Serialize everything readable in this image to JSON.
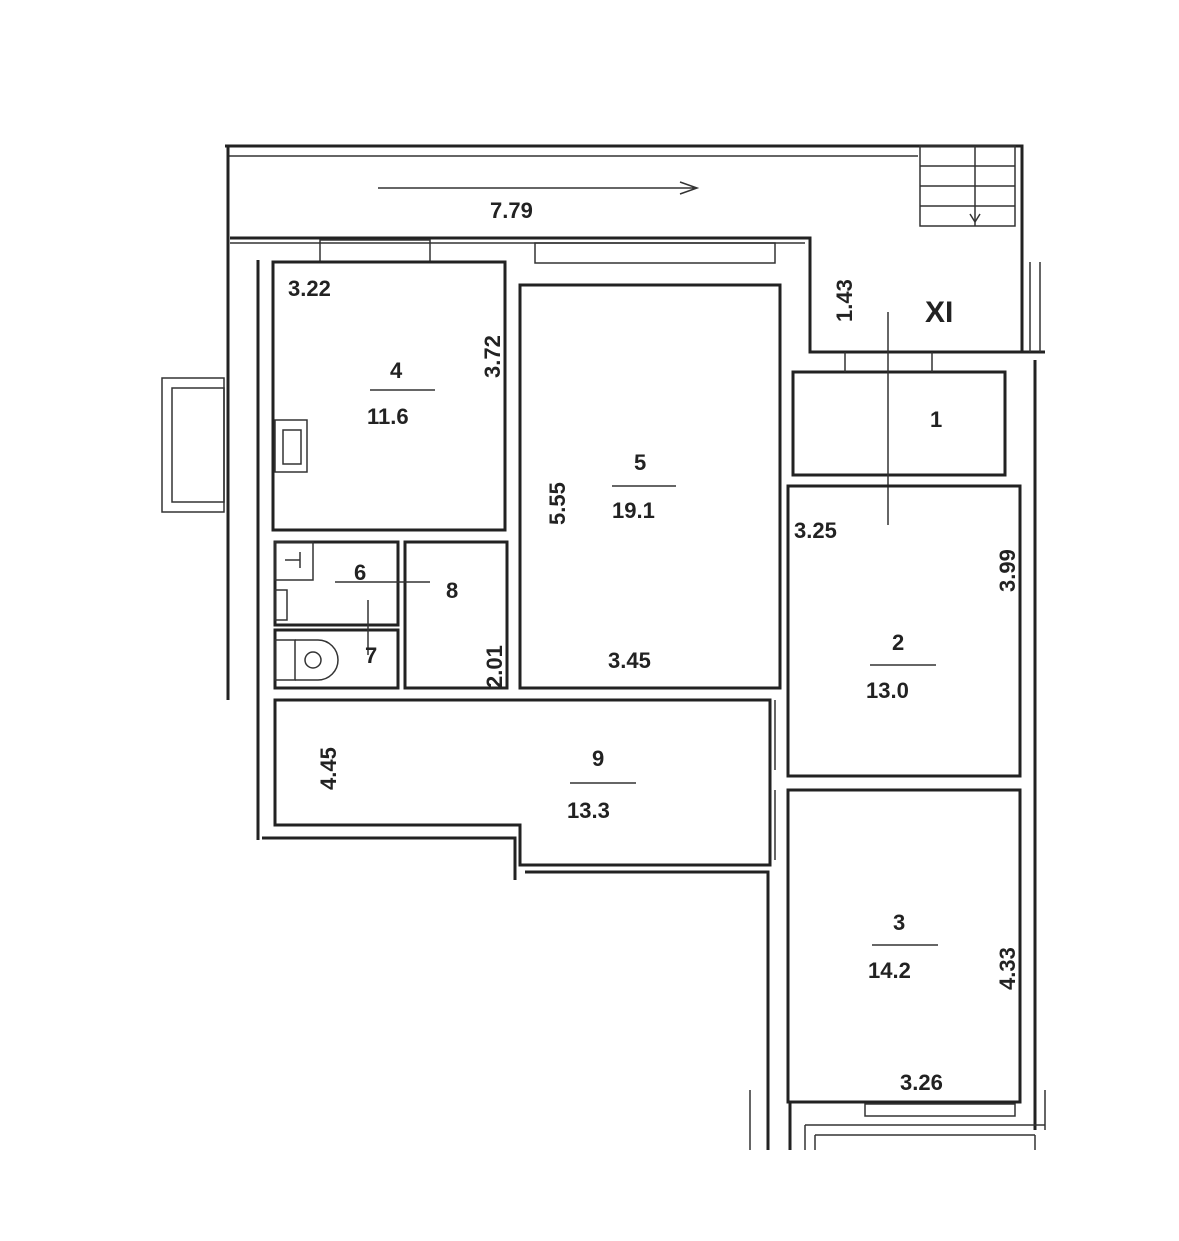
{
  "plan": {
    "corridor_length": "7.79",
    "section_label": "XI",
    "rooms": [
      {
        "id": "1",
        "area": ""
      },
      {
        "id": "2",
        "area": "13.0"
      },
      {
        "id": "3",
        "area": "14.2"
      },
      {
        "id": "4",
        "area": "11.6"
      },
      {
        "id": "5",
        "area": "19.1"
      },
      {
        "id": "6",
        "area": ""
      },
      {
        "id": "7",
        "area": ""
      },
      {
        "id": "8",
        "area": ""
      },
      {
        "id": "9",
        "area": "13.3"
      }
    ],
    "dimensions": {
      "d322": "3.22",
      "d372": "3.72",
      "d555": "5.55",
      "d345": "3.45",
      "d143": "1.43",
      "d325": "3.25",
      "d399": "3.99",
      "d201": "2.01",
      "d445": "4.45",
      "d433": "4.33",
      "d326": "3.26"
    }
  }
}
